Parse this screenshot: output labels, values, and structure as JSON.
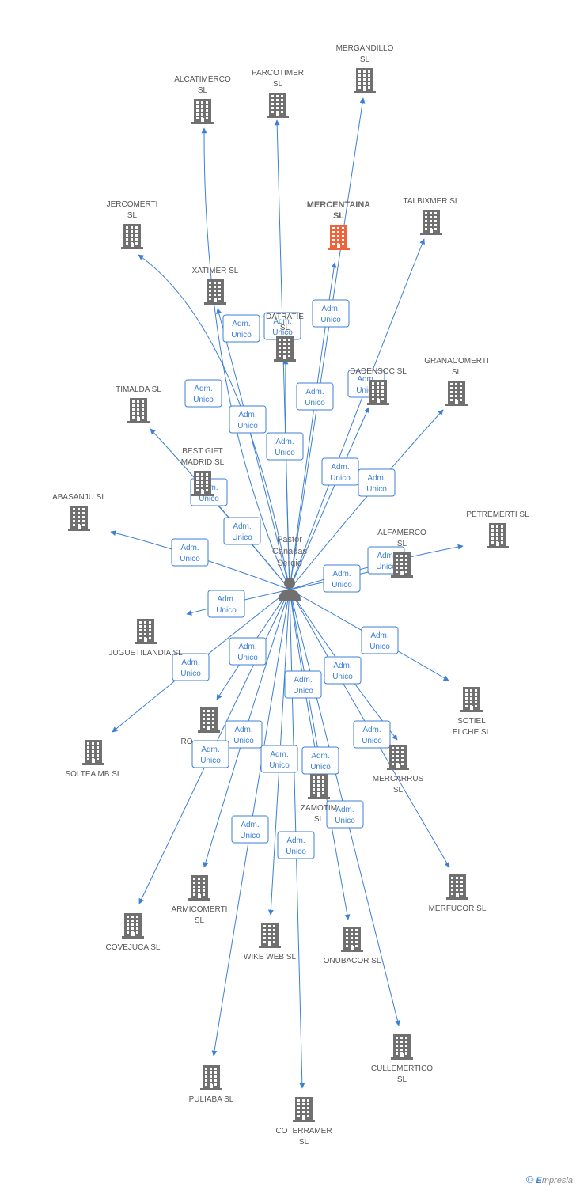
{
  "colors": {
    "edge": "#3b7fd6",
    "building": "#707070",
    "highlight": "#f0643c",
    "label": "#555555"
  },
  "center": {
    "name_lines": [
      "Pastor",
      "Cañadas",
      "Sergio"
    ],
    "icon": "person-icon"
  },
  "edge_label_lines": [
    "Adm.",
    "Unico"
  ],
  "companies": [
    {
      "id": "mergandillo",
      "lines": [
        "MERGANDILLO",
        "SL"
      ]
    },
    {
      "id": "alcatimerco",
      "lines": [
        "ALCATIMERCO",
        "SL"
      ]
    },
    {
      "id": "parcotimer",
      "lines": [
        "PARCOTIMER",
        "SL"
      ]
    },
    {
      "id": "jercomerti",
      "lines": [
        "JERCOMERTI",
        "SL"
      ]
    },
    {
      "id": "mercentaina",
      "lines": [
        "MERCENTAINA",
        "SL"
      ],
      "highlight": true
    },
    {
      "id": "talbixmer",
      "lines": [
        "TALBIXMER  SL"
      ]
    },
    {
      "id": "xatimer",
      "lines": [
        "XATIMER  SL"
      ]
    },
    {
      "id": "datratie",
      "lines": [
        "DATRATIE",
        "SL"
      ]
    },
    {
      "id": "dadensoc",
      "lines": [
        "DADENSOC  SL"
      ]
    },
    {
      "id": "granacomerti",
      "lines": [
        "GRANACOMERTI",
        "SL"
      ]
    },
    {
      "id": "timalda",
      "lines": [
        "TIMALDA  SL"
      ]
    },
    {
      "id": "bestgift",
      "lines": [
        "BEST GIFT",
        "MADRID  SL"
      ]
    },
    {
      "id": "abasanju",
      "lines": [
        "ABASANJU  SL"
      ]
    },
    {
      "id": "petremerti",
      "lines": [
        "PETREMERTI  SL"
      ]
    },
    {
      "id": "alfamerco",
      "lines": [
        "ALFAMERCO",
        "SL"
      ]
    },
    {
      "id": "juguetilandia",
      "lines": [
        "JUGUETILANDIA SL"
      ]
    },
    {
      "id": "sotiel",
      "lines": [
        "SOTIEL",
        "ELCHE  SL"
      ]
    },
    {
      "id": "ro",
      "lines": [
        "RO"
      ]
    },
    {
      "id": "soltea",
      "lines": [
        "SOLTEA MB  SL"
      ]
    },
    {
      "id": "mercarrus",
      "lines": [
        "MERCARRUS",
        "SL"
      ]
    },
    {
      "id": "zamotim",
      "lines": [
        "ZAMOTIM",
        "SL"
      ]
    },
    {
      "id": "armicomerti",
      "lines": [
        "ARMICOMERTI",
        "SL"
      ]
    },
    {
      "id": "merfucor",
      "lines": [
        "MERFUCOR  SL"
      ]
    },
    {
      "id": "covejuca",
      "lines": [
        "COVEJUCA SL"
      ]
    },
    {
      "id": "wikeweb",
      "lines": [
        "WIKE WEB  SL"
      ]
    },
    {
      "id": "onubacor",
      "lines": [
        "ONUBACOR  SL"
      ]
    },
    {
      "id": "cullemertico",
      "lines": [
        "CULLEMERTICO",
        "SL"
      ]
    },
    {
      "id": "puliaba",
      "lines": [
        "PULIABA  SL"
      ]
    },
    {
      "id": "coterramer",
      "lines": [
        "COTERRAMER",
        "SL"
      ]
    }
  ],
  "footer": {
    "copyright": "©",
    "brand_initial": "E",
    "brand_rest": "mpresia"
  }
}
